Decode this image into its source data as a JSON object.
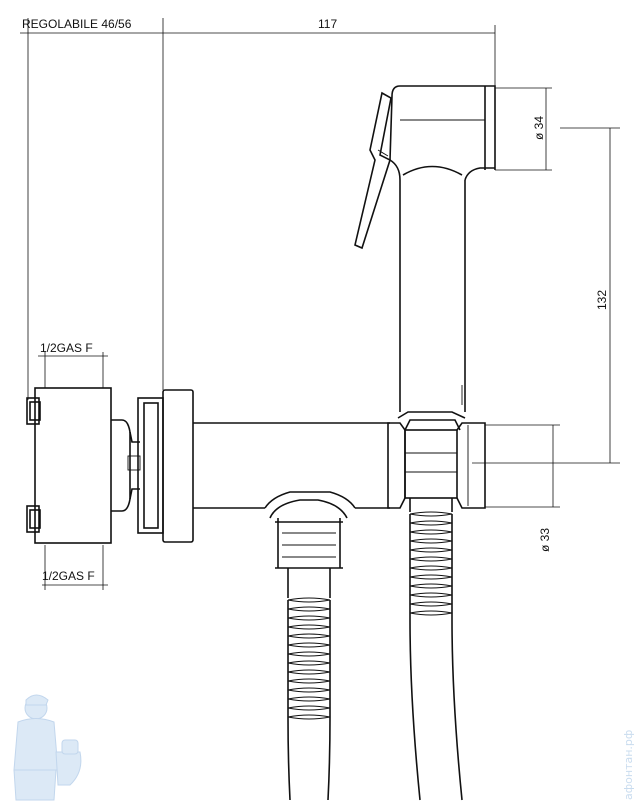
{
  "labels": {
    "regolabile": "REGOLABILE 46/56",
    "width_117": "117",
    "height_132": "132",
    "dia_34": "ø 34",
    "dia_33": "ø 33",
    "gas_top": "1/2GAS F",
    "gas_bottom": "1/2GAS F"
  },
  "watermark": {
    "text": "афонтан.рф"
  },
  "colors": {
    "line": "#111111",
    "background": "#ffffff",
    "watermark": "#c9dcef"
  }
}
